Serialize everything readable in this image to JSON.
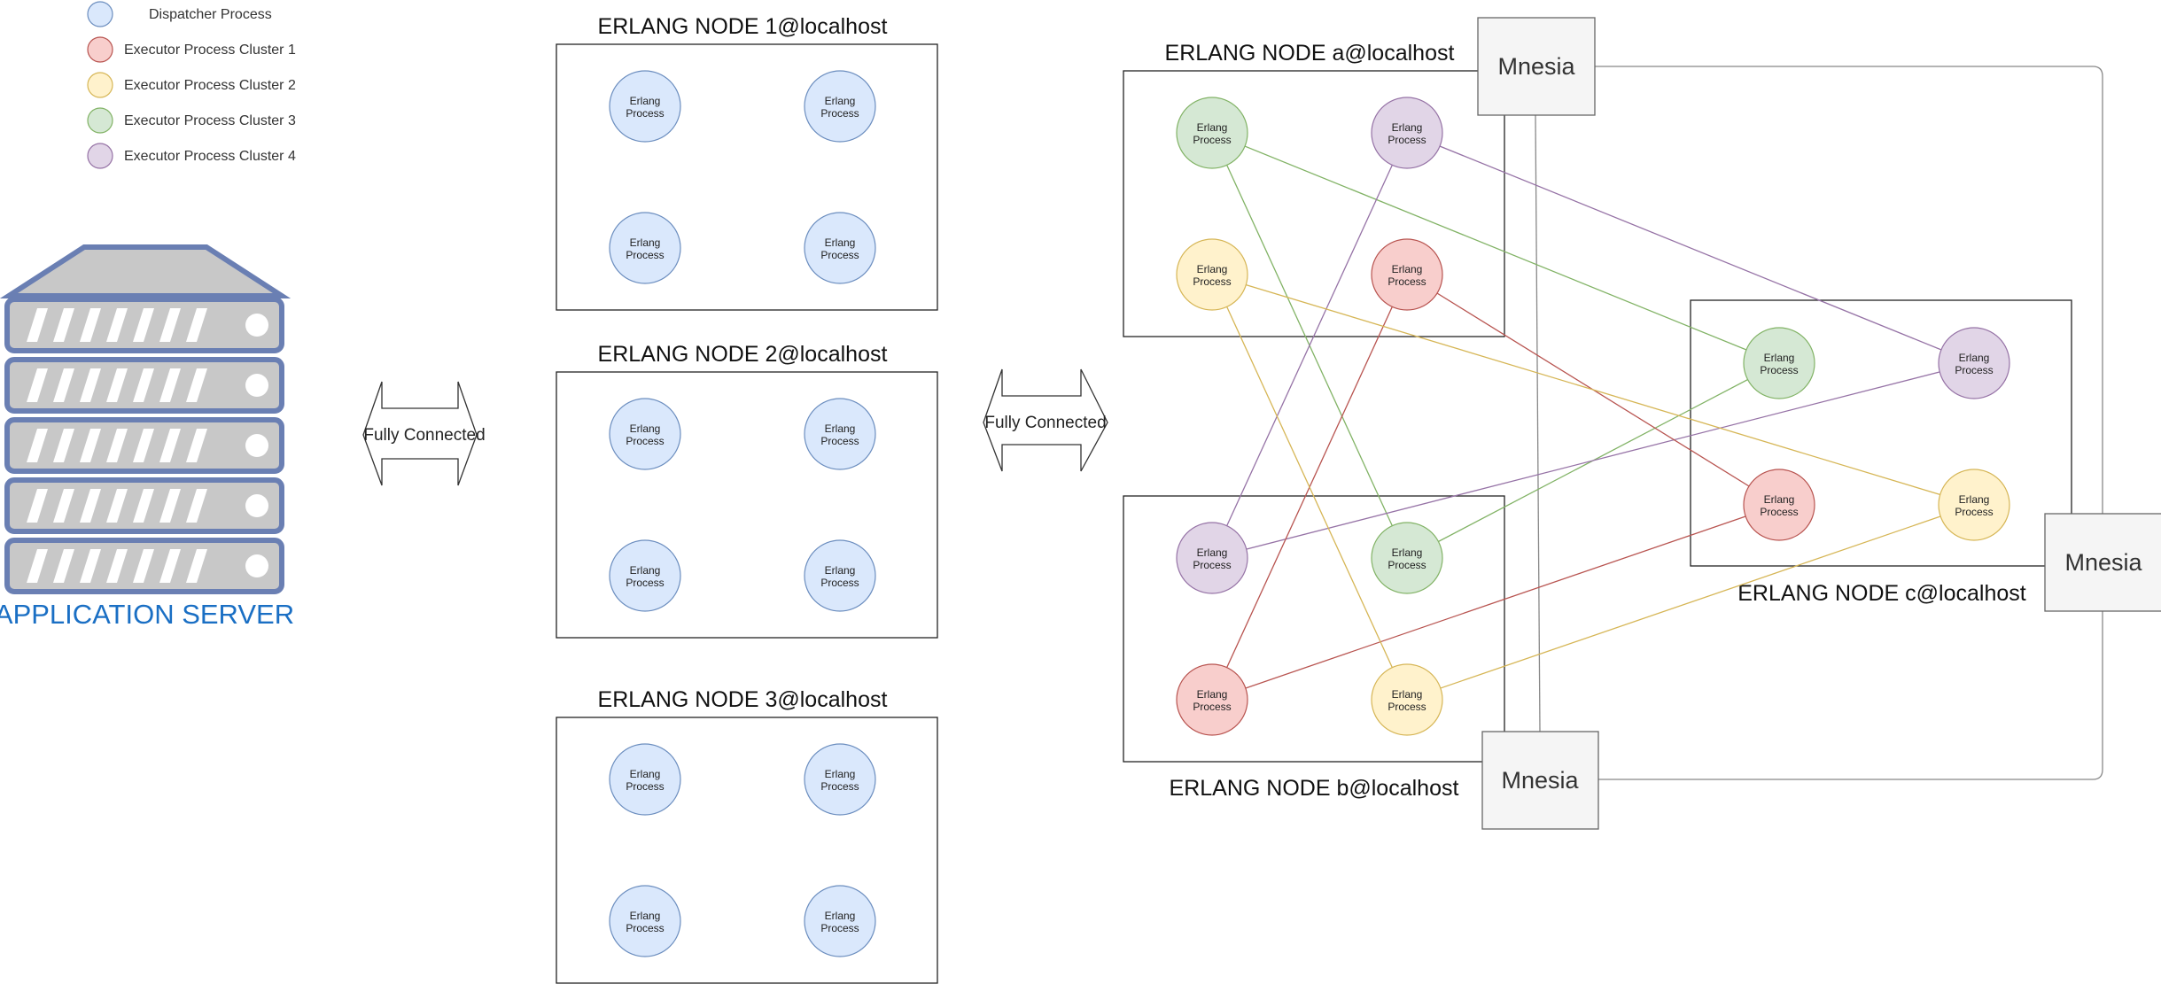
{
  "legend": [
    {
      "label": "Dispatcher Process",
      "fill": "#dae8fc",
      "stroke": "#6c8ebf"
    },
    {
      "label": "Executor Process Cluster 1",
      "fill": "#f8cecc",
      "stroke": "#b85450"
    },
    {
      "label": "Executor Process Cluster 2",
      "fill": "#fff2cc",
      "stroke": "#d6b656"
    },
    {
      "label": "Executor Process Cluster 3",
      "fill": "#d5e8d4",
      "stroke": "#82b366"
    },
    {
      "label": "Executor Process Cluster 4",
      "fill": "#e1d5e7",
      "stroke": "#9673a6"
    }
  ],
  "server": {
    "label": "APPLICATION SERVER",
    "icon": "server-rack-icon",
    "color": "#1a6fc4"
  },
  "connectors": {
    "left": "Fully Connected",
    "right": "Fully Connected"
  },
  "process": {
    "line1": "Erlang",
    "line2": "Process"
  },
  "dispatcher_nodes": [
    {
      "title": "ERLANG NODE 1@localhost",
      "process_count": 4
    },
    {
      "title": "ERLANG NODE 2@localhost",
      "process_count": 4
    },
    {
      "title": "ERLANG NODE 3@localhost",
      "process_count": 4
    }
  ],
  "executor_nodes": [
    {
      "id": "a",
      "title": "ERLANG NODE a@localhost",
      "processes": [
        "cluster3",
        "cluster4",
        "cluster2",
        "cluster1"
      ]
    },
    {
      "id": "b",
      "title": "ERLANG NODE b@localhost",
      "processes": [
        "cluster4",
        "cluster3",
        "cluster1",
        "cluster2"
      ]
    },
    {
      "id": "c",
      "title": "ERLANG NODE c@localhost",
      "processes": [
        "cluster3",
        "cluster4",
        "cluster1",
        "cluster2"
      ]
    }
  ],
  "mnesia": {
    "label": "Mnesia",
    "count": 3
  },
  "colors": {
    "cluster1": "#b85450",
    "cluster2": "#d6b656",
    "cluster3": "#82b366",
    "cluster4": "#9673a6",
    "mnesia_link": "#888888"
  }
}
